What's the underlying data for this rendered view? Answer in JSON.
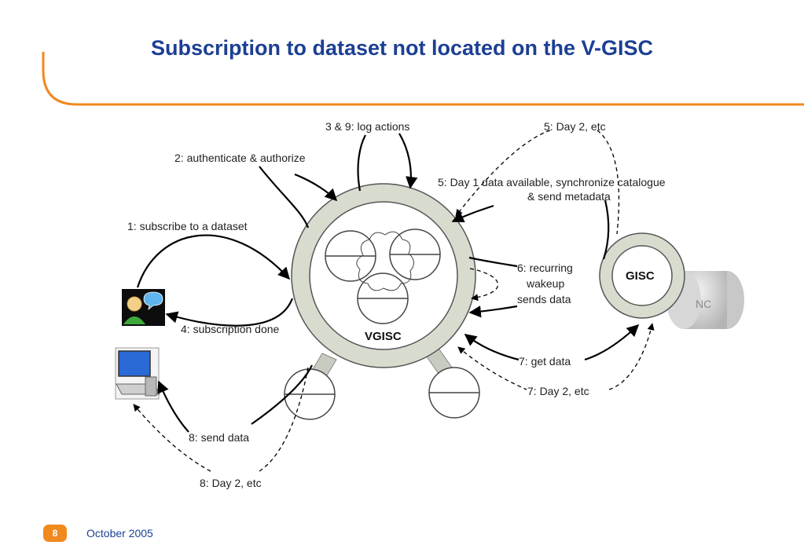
{
  "title": "Subscription to dataset not located on the V-GISC",
  "footer": {
    "page": "8",
    "date": "October 2005"
  },
  "nodes": {
    "vgisc": "VGISC",
    "gisc": "GISC",
    "nc_partial": "NC"
  },
  "labels": {
    "log_actions": "3 & 9: log actions",
    "authenticate": "2: authenticate & authorize",
    "subscribe": "1: subscribe to a dataset",
    "subscription_done": "4: subscription done",
    "send_data": "8: send data",
    "day2_8": "8: Day 2, etc",
    "day2_5": "5: Day 2, etc",
    "day1_line1": "5: Day 1 data available, synchronize catalogue",
    "day1_line2": "& send metadata",
    "recurring_1": "6: recurring",
    "recurring_2": "wakeup",
    "recurring_3": "sends data",
    "get_data": "7: get data",
    "day2_7": "7: Day 2, etc"
  },
  "icons": [
    "user-chat-icon",
    "computer-terminal-icon"
  ],
  "colors": {
    "title": "#1c3f94",
    "accent": "#f0891e",
    "ring": "#d8dccf"
  }
}
